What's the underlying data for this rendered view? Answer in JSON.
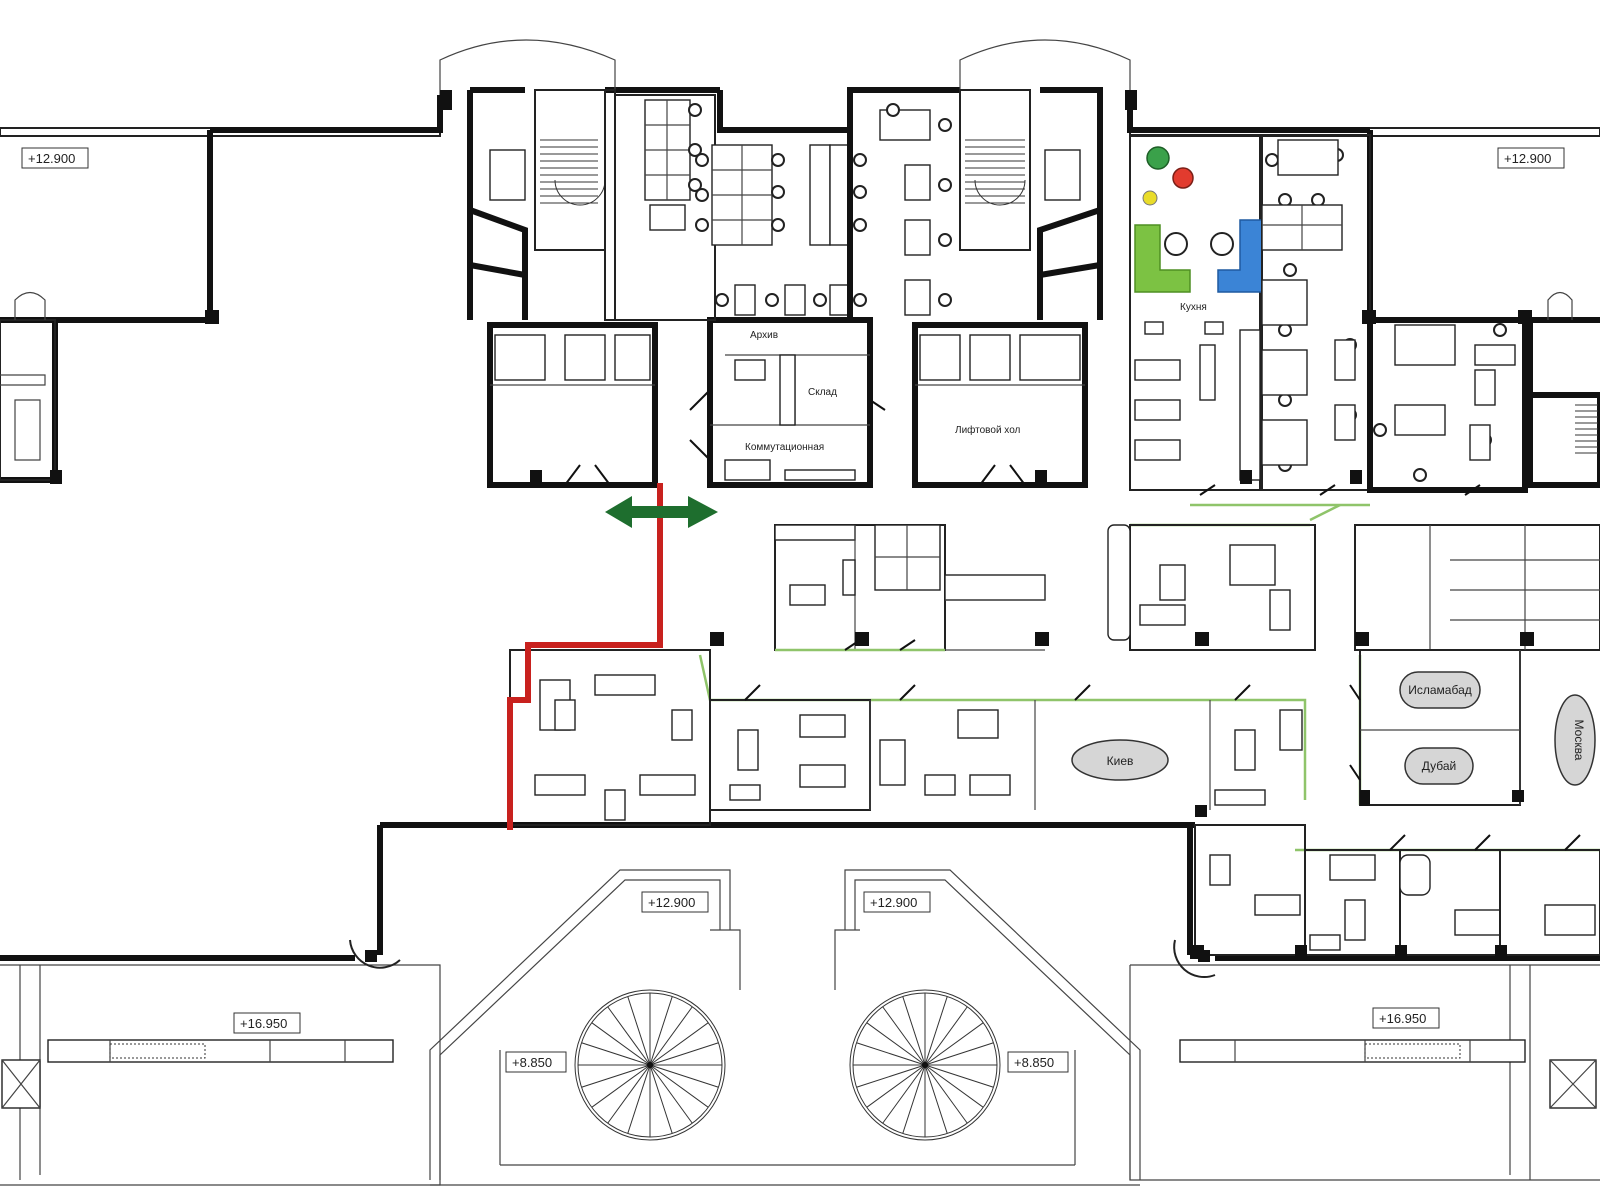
{
  "plan": {
    "elevation_marks": [
      {
        "id": "elev-top-left",
        "value": "+12.900"
      },
      {
        "id": "elev-top-right",
        "value": "+12.900"
      },
      {
        "id": "elev-center-left",
        "value": "+12.900"
      },
      {
        "id": "elev-center-right",
        "value": "+12.900"
      },
      {
        "id": "elev-bottom-left",
        "value": "+16.950"
      },
      {
        "id": "elev-bottom-right",
        "value": "+16.950"
      },
      {
        "id": "elev-stair-left",
        "value": "+8.850"
      },
      {
        "id": "elev-stair-right",
        "value": "+8.850"
      }
    ],
    "rooms": {
      "archive": "Архив",
      "storage": "Склад",
      "server": "Коммутационная",
      "elevator_hall": "Лифтовой хол",
      "kitchen": "Кухня"
    },
    "meeting_rooms": {
      "kyiv": "Киев",
      "islamabad": "Исламабад",
      "dubai": "Дубай",
      "moscow": "Москва"
    },
    "colors": {
      "route": "#c8211e",
      "passage_arrow": "#1e6e2e",
      "glass_partitions": "#8fc46a",
      "kitchen_green": "#7cc243",
      "kitchen_blue": "#3b84d6",
      "kitchen_red": "#e23b2e",
      "kitchen_yellow": "#e9dc2a"
    }
  }
}
